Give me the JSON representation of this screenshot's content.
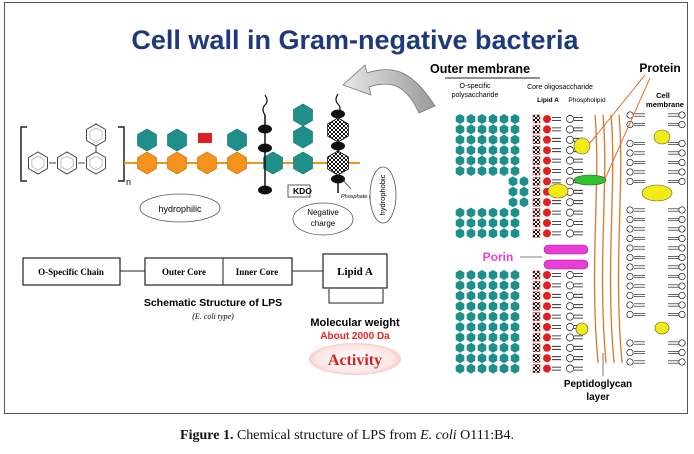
{
  "title": "Cell wall in Gram-negative bacteria",
  "left": {
    "subscript_n": "n",
    "kdo": "KDO",
    "phosphate": "Phosphate group",
    "hydrophilic": "hydrophilic",
    "hydrophobic": "hydrophobic",
    "negative_charge": "Negative charge",
    "schema": [
      "O-Specific Chain",
      "Outer Core",
      "Inner Core",
      "Lipid A"
    ],
    "schema_title": "Schematic Structure of LPS",
    "schema_sub": "(E. coli type)",
    "mw_label": "Molecular weight",
    "mw_value": "About 2000 Da",
    "activity": "Activity"
  },
  "right": {
    "outer_membrane": "Outer membrane",
    "protein": "Protein",
    "o_specific": "O-specific polysaccharide",
    "core": "Core oligosaccharide",
    "lipid_a": "Lipid A",
    "phospholipid": "Phospholipid",
    "cell_membrane": "Cell membrane",
    "porin": "Porin",
    "peptidoglycan": "Peptidoglycan layer"
  },
  "caption": {
    "label": "Figure 1.",
    "text_before": "Chemical structure of LPS from",
    "species": "E. coli",
    "text_after": "O111:B4."
  },
  "colors": {
    "title": "#1f3a7a",
    "teal": "#1f8f8a",
    "orange": "#f5921e",
    "red": "#e02020",
    "black": "#111111",
    "porin": "#e83ed8",
    "protein_yellow": "#f2ec14",
    "protein_green": "#2ec42e",
    "peptidoglycan": "#e0732a",
    "activity_red": "#d9201e",
    "mw_red": "#e02626"
  }
}
